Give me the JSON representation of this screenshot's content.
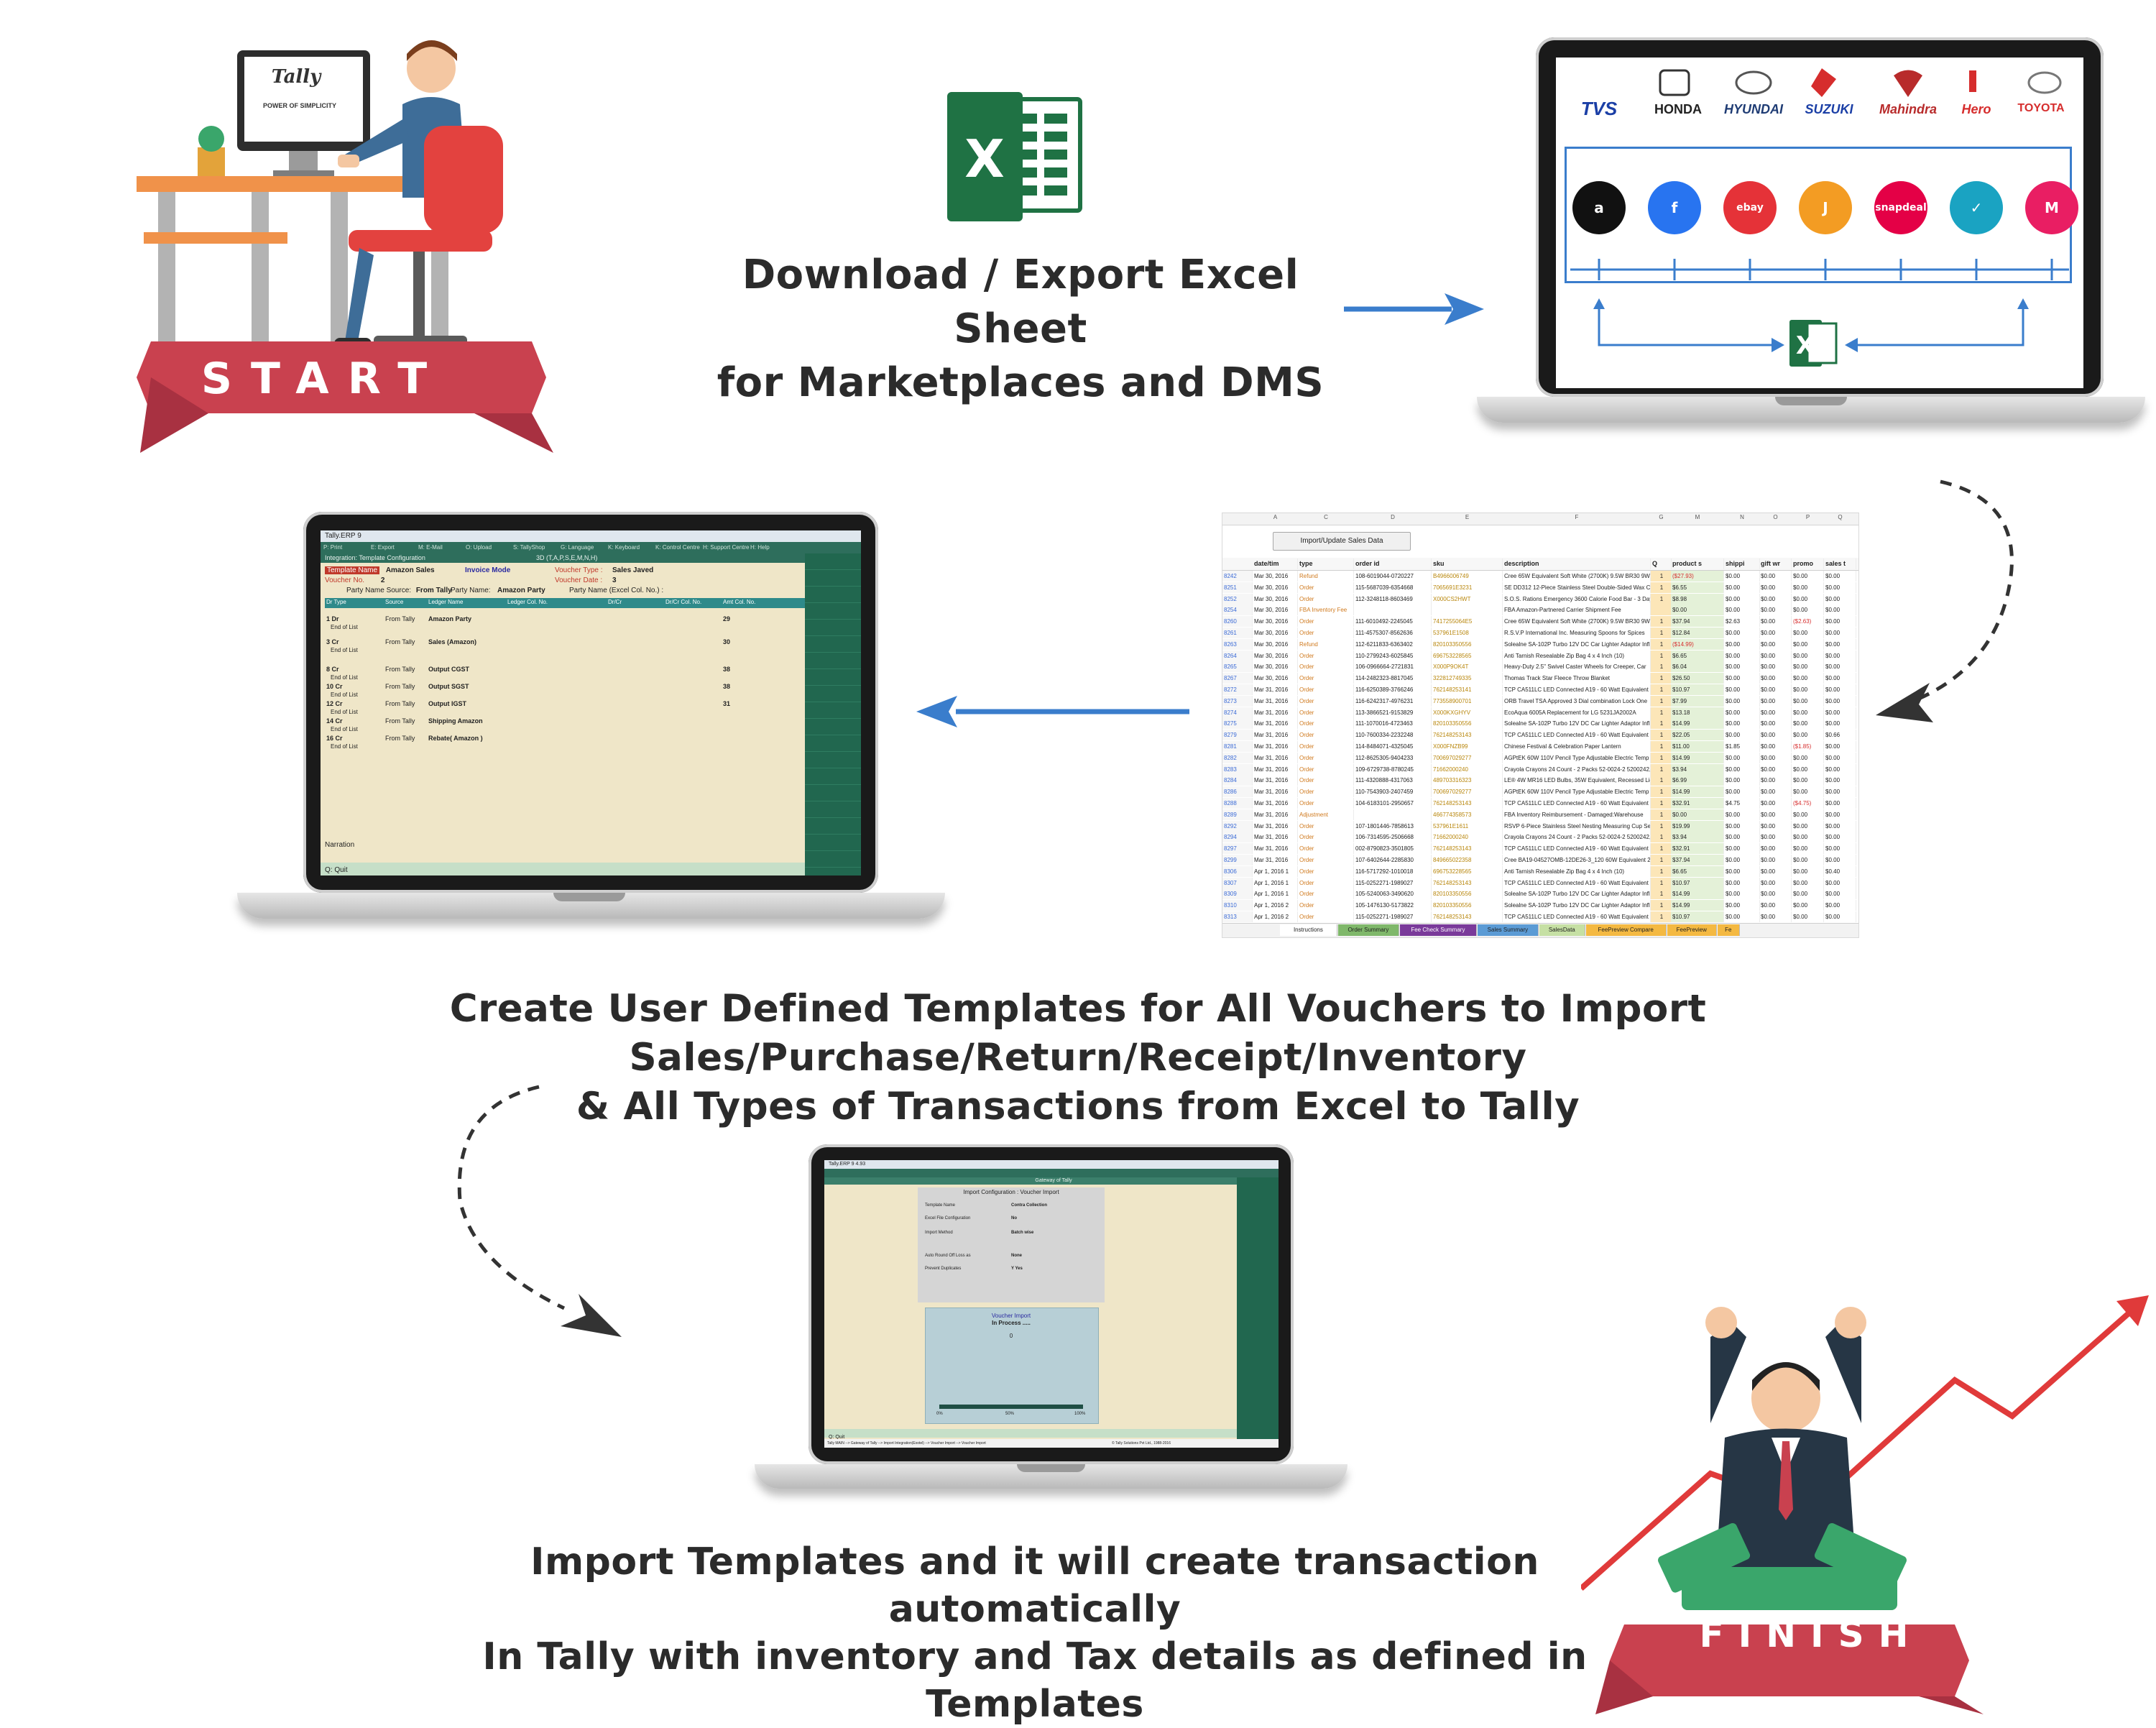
{
  "colors": {
    "arrow_blue": "#3a7dcc",
    "banner_red": "#c9414f",
    "tally_green": "#2e6e5c",
    "excel_green": "#1f7244"
  },
  "start_banner": {
    "label": "START"
  },
  "finish_banner": {
    "label": "FINISH"
  },
  "tally_monitor": {
    "logo": "Tally",
    "tagline": "POWER OF SIMPLICITY"
  },
  "step1": {
    "line1": "Download / Export Excel Sheet",
    "line2": "for Marketplaces and DMS"
  },
  "step2": {
    "line1": "Create User Defined Templates for All Vouchers to Import Sales/Purchase/Return/Receipt/Inventory",
    "line2": "& All Types of Transactions from Excel to Tally"
  },
  "step3": {
    "line1": "Import Templates and it will create  transaction automatically",
    "line2": "In Tally with inventory and Tax details as defined in Templates"
  },
  "dms_brands": [
    "TVS",
    "HONDA",
    "HYUNDAI",
    "SUZUKI",
    "Mahindra",
    "Hero",
    "TOYOTA"
  ],
  "marketplaces": [
    {
      "icon": "amazon-icon",
      "glyph": "a",
      "color": "#111111"
    },
    {
      "icon": "flipkart-icon",
      "glyph": "f",
      "color": "#2874f0"
    },
    {
      "icon": "ebay-icon",
      "glyph": "ebay",
      "color": "#e53238"
    },
    {
      "icon": "jabong-icon",
      "glyph": "J",
      "color": "#f39c23"
    },
    {
      "icon": "snapdeal-icon",
      "glyph": "snapdeal",
      "color": "#e40046"
    },
    {
      "icon": "paytm-icon",
      "glyph": "✓",
      "color": "#1aa3c2"
    },
    {
      "icon": "myntra-icon",
      "glyph": "M",
      "color": "#e91e63"
    }
  ],
  "excel_sheet": {
    "button": "Import/Update Sales Data",
    "col_letters": [
      "A",
      "C",
      "D",
      "E",
      "F",
      "G",
      "M",
      "N",
      "O",
      "P",
      "Q"
    ],
    "headers": [
      "date/tim",
      "type",
      "order id",
      "sku",
      "description",
      "Q",
      "product s",
      "shippi",
      "gift wr",
      "promo",
      "sales t"
    ],
    "rows": [
      [
        "Mar 30, 2016",
        "Refund",
        "108-6019044-0720227",
        "B4966006749",
        "Cree 65W Equivalent Soft White (2700K) 9.5W BR30 9W",
        "1",
        "($27.93)",
        "$0.00",
        "$0.00",
        "$0.00",
        "$0.00"
      ],
      [
        "Mar 30, 2016",
        "Order",
        "115-5687039-6354668",
        "7065691E3231",
        "SE DD312 12-Piece Stainless Steel Double-Sided Wax Ca",
        "1",
        "$6.55",
        "$0.00",
        "$0.00",
        "$0.00",
        "$0.00"
      ],
      [
        "Mar 30, 2016",
        "Order",
        "112-3248118-8603469",
        "X000CS2HWT",
        "S.O.S. Rations Emergency 3600 Calorie Food Bar - 3 Day",
        "1",
        "$8.98",
        "$0.00",
        "$0.00",
        "$0.00",
        "$0.00"
      ],
      [
        "Mar 30, 2016",
        "FBA Inventory Fee",
        "",
        "",
        "FBA Amazon-Partnered Carrier Shipment Fee",
        "",
        "$0.00",
        "$0.00",
        "$0.00",
        "$0.00",
        "$0.00"
      ],
      [
        "Mar 30, 2016",
        "Order",
        "111-6010492-2245045",
        "7417255064E5",
        "Cree 65W Equivalent Soft White (2700K) 9.5W BR30 9W",
        "1",
        "$37.94",
        "$2.63",
        "$0.00",
        "($2.63)",
        "$0.00"
      ],
      [
        "Mar 30, 2016",
        "Order",
        "111-4575307-8562636",
        "537961E1508",
        "R.S.V.P International Inc. Measuring Spoons for Spices",
        "1",
        "$12.84",
        "$0.00",
        "$0.00",
        "$0.00",
        "$0.00"
      ],
      [
        "Mar 30, 2016",
        "Refund",
        "112-6211833-6363402",
        "820103350556",
        "Solealne SA-102P Turbo 12V DC Car Lighter Adaptor Infla",
        "1",
        "($14.99)",
        "$0.00",
        "$0.00",
        "$0.00",
        "$0.00"
      ],
      [
        "Mar 30, 2016",
        "Order",
        "110-2799243-6025845",
        "696753228565",
        "Anti Tarnish Resealable Zip Bag 4 x 4 Inch (10)",
        "1",
        "$6.65",
        "$0.00",
        "$0.00",
        "$0.00",
        "$0.00"
      ],
      [
        "Mar 30, 2016",
        "Order",
        "106-0966664-2721831",
        "X000P9OK4T",
        "Heavy-Duty 2.5\" Swivel Caster Wheels for Creeper, Car",
        "1",
        "$6.04",
        "$0.00",
        "$0.00",
        "$0.00",
        "$0.00"
      ],
      [
        "Mar 30, 2016",
        "Order",
        "114-2482323-8817045",
        "322812749335",
        "Thomas Track Star Fleece Throw Blanket",
        "1",
        "$26.50",
        "$0.00",
        "$0.00",
        "$0.00",
        "$0.00"
      ],
      [
        "Mar 31, 2016",
        "Order",
        "116-6250389-3766246",
        "762148253141",
        "TCP CA511LC LED Connected A19 - 60 Watt Equivalent (1",
        "1",
        "$10.97",
        "$0.00",
        "$0.00",
        "$0.00",
        "$0.00"
      ],
      [
        "Mar 31, 2016",
        "Order",
        "116-6242317-4976231",
        "773558900701",
        "ORB Travel TSA Approved 3 Dial combination Lock One",
        "1",
        "$7.99",
        "$0.00",
        "$0.00",
        "$0.00",
        "$0.00"
      ],
      [
        "Mar 31, 2016",
        "Order",
        "113-3866521-9153829",
        "X000KXGHYV",
        "EcoAqua 6005A Replacement for LG 5231JA2002A",
        "1",
        "$13.18",
        "$0.00",
        "$0.00",
        "$0.00",
        "$0.00"
      ],
      [
        "Mar 31, 2016",
        "Order",
        "111-1070016-4723463",
        "820103350556",
        "Solealne SA-102P Turbo 12V DC Car Lighter Adaptor Infla",
        "1",
        "$14.99",
        "$0.00",
        "$0.00",
        "$0.00",
        "$0.00"
      ],
      [
        "Mar 31, 2016",
        "Order",
        "110-7600334-2232248",
        "762148253143",
        "TCP CA511LC LED Connected A19 - 60 Watt Equivalent (1",
        "1",
        "$22.05",
        "$0.00",
        "$0.00",
        "$0.00",
        "$0.66"
      ],
      [
        "Mar 31, 2016",
        "Order",
        "114-8484071-4325045",
        "X000FNZB99",
        "Chinese Festival & Celebration Paper Lantern",
        "1",
        "$11.00",
        "$1.85",
        "$0.00",
        "($1.85)",
        "$0.00"
      ],
      [
        "Mar 31, 2016",
        "Order",
        "112-8625305-9404233",
        "700697029277",
        "AGPtEK 60W 110V Pencil Type Adjustable Electric Temp",
        "1",
        "$14.99",
        "$0.00",
        "$0.00",
        "$0.00",
        "$0.00"
      ],
      [
        "Mar 31, 2016",
        "Order",
        "109-6729738-8780245",
        "71662000240",
        "Crayola Crayons 24 Count - 2 Packs 52-0024-2 5200242, c",
        "1",
        "$3.94",
        "$0.00",
        "$0.00",
        "$0.00",
        "$0.00"
      ],
      [
        "Mar 31, 2016",
        "Order",
        "111-4320888-4317063",
        "489703316323",
        "LE® 4W MR16 LED Bulbs, 35W Equivalent, Recessed Ligh",
        "1",
        "$6.99",
        "$0.00",
        "$0.00",
        "$0.00",
        "$0.00"
      ],
      [
        "Mar 31, 2016",
        "Order",
        "110-7543903-2407459",
        "700697029277",
        "AGPtEK 60W 110V Pencil Type Adjustable Electric Temp",
        "1",
        "$14.99",
        "$0.00",
        "$0.00",
        "$0.00",
        "$0.00"
      ],
      [
        "Mar 31, 2016",
        "Order",
        "104-6183101-2950657",
        "762148253143",
        "TCP CA511LC LED Connected A19 - 60 Watt Equivalent (1",
        "1",
        "$32.91",
        "$4.75",
        "$0.00",
        "($4.75)",
        "$0.00"
      ],
      [
        "Mar 31, 2016",
        "Adjustment",
        "",
        "466774358573",
        "FBA Inventory Reimbursement - Damaged:Warehouse",
        "1",
        "$0.00",
        "$0.00",
        "$0.00",
        "$0.00",
        "$0.00"
      ],
      [
        "Mar 31, 2016",
        "Order",
        "107-1801446-7858613",
        "537961E1611",
        "RSVP 6-Piece Stainless Steel Nesting Measuring Cup Se",
        "1",
        "$19.99",
        "$0.00",
        "$0.00",
        "$0.00",
        "$0.00"
      ],
      [
        "Mar 31, 2016",
        "Order",
        "106-7314595-2506668",
        "71662000240",
        "Crayola Crayons 24 Count - 2 Packs 52-0024-2 5200242, c",
        "1",
        "$3.94",
        "$0.00",
        "$0.00",
        "$0.00",
        "$0.00"
      ],
      [
        "Mar 31, 2016",
        "Order",
        "002-8790823-3501805",
        "762148253143",
        "TCP CA511LC LED Connected A19 - 60 Watt Equivalent (1",
        "1",
        "$32.91",
        "$0.00",
        "$0.00",
        "$0.00",
        "$0.00"
      ],
      [
        "Mar 31, 2016",
        "Order",
        "107-6402644-2285830",
        "849665022358",
        "Cree BA19-04527OMB-12DE26-3_120 60W Equivalent 27",
        "1",
        "$37.94",
        "$0.00",
        "$0.00",
        "$0.00",
        "$0.00"
      ],
      [
        "Apr 1, 2016 1",
        "Order",
        "116-5717292-1010018",
        "696753228565",
        "Anti Tarnish Resealable Zip Bag 4 x 4 Inch (10)",
        "1",
        "$6.65",
        "$0.00",
        "$0.00",
        "$0.00",
        "$0.40"
      ],
      [
        "Apr 1, 2016 1",
        "Order",
        "115-0252271-1989027",
        "762148253143",
        "TCP CA511LC LED Connected A19 - 60 Watt Equivalent (1",
        "1",
        "$10.97",
        "$0.00",
        "$0.00",
        "$0.00",
        "$0.00"
      ],
      [
        "Apr 1, 2016 1",
        "Order",
        "105-5240063-3490620",
        "820103350556",
        "Solealne SA-102P Turbo 12V DC Car Lighter Adaptor Infla",
        "1",
        "$14.99",
        "$0.00",
        "$0.00",
        "$0.00",
        "$0.00"
      ],
      [
        "Apr 1, 2016 2",
        "Order",
        "105-1476130-5173822",
        "820103350556",
        "Solealne SA-102P Turbo 12V DC Car Lighter Adaptor Infla",
        "1",
        "$14.99",
        "$0.00",
        "$0.00",
        "$0.00",
        "$0.00"
      ],
      [
        "Apr 1, 2016 2",
        "Order",
        "115-0252271-1989027",
        "762148253143",
        "TCP CA511LC LED Connected A19 - 60 Watt Equivalent (1",
        "1",
        "$10.97",
        "$0.00",
        "$0.00",
        "$0.00",
        "$0.00"
      ]
    ],
    "row_numbers": [
      "8242",
      "8251",
      "8252",
      "8254",
      "8260",
      "8261",
      "8263",
      "8264",
      "8265",
      "8267",
      "8272",
      "8273",
      "8274",
      "8275",
      "8279",
      "8281",
      "8282",
      "8283",
      "8284",
      "8286",
      "8288",
      "8289",
      "8292",
      "8294",
      "8297",
      "8299",
      "8306",
      "8307",
      "8309",
      "8310",
      "8313"
    ],
    "tabs": [
      {
        "label": "Instructions",
        "color": "#ffffff"
      },
      {
        "label": "Order Summary",
        "color": "#7fb86a"
      },
      {
        "label": "Fee Check Summary",
        "color": "#7a3a9a"
      },
      {
        "label": "Sales Summary",
        "color": "#5b9bd5"
      },
      {
        "label": "SalesData",
        "color": "#c6e0a4"
      },
      {
        "label": "FeePreview Compare",
        "color": "#f4b942"
      },
      {
        "label": "FeePreview",
        "color": "#f4b942"
      },
      {
        "label": "Fe",
        "color": "#f4b942"
      }
    ]
  },
  "tally_template": {
    "window_title": "Tally.ERP 9",
    "menu": [
      "P: Print",
      "E: Export",
      "M: E-Mail",
      "O: Upload",
      "S: TallyShop",
      "G: Language",
      "K: Keyboard",
      "K: Control Centre",
      "H: Support Centre",
      "H: Help"
    ],
    "screen_title": "Integration: Template Configuration",
    "company": "3D (T,A,P,S,E,M,N,H)",
    "template_name_label": "Template Name",
    "template_name_value": "Amazon Sales",
    "invoice_mode": "Invoice Mode",
    "voucher_type_label": "Voucher Type :",
    "voucher_type_value": "Sales Javed",
    "voucher_no_label": "Voucher No.",
    "voucher_no_value": "2",
    "voucher_date_label": "Voucher Date :",
    "voucher_date_value": "3",
    "party_source_label": "Party Name Source:",
    "party_source_value": "From Tally",
    "party_name_label": "Party Name:",
    "party_name_value": "Amazon Party",
    "party_excel_label": "Party Name (Excel Col. No.) :",
    "cols": [
      "Dr Type",
      "Source",
      "Ledger Name",
      "Ledger Col. No.",
      "Dr/Cr",
      "Dr/Cr Col. No.",
      "Amt Col. No."
    ],
    "lines": [
      {
        "no": "1  Dr",
        "src": "From Tally",
        "ledger": "Amazon Party",
        "amt": "29"
      },
      {
        "no": "3  Cr",
        "src": "From Tally",
        "ledger": "Sales (Amazon)",
        "amt": "30"
      },
      {
        "no": "8  Cr",
        "src": "From Tally",
        "ledger": "Output CGST",
        "amt": "38"
      },
      {
        "no": "10 Cr",
        "src": "From Tally",
        "ledger": "Output SGST",
        "amt": "38"
      },
      {
        "no": "12 Cr",
        "src": "From Tally",
        "ledger": "Output IGST",
        "amt": "31"
      },
      {
        "no": "14 Cr",
        "src": "From Tally",
        "ledger": "Shipping Amazon",
        "amt": ""
      },
      {
        "no": "16 Cr",
        "src": "From Tally",
        "ledger": "Rebate( Amazon )",
        "amt": ""
      }
    ],
    "end_of_list": "End of List",
    "narration": "Narration",
    "quit": "Q: Quit"
  },
  "tally_import": {
    "window_title": "Tally.ERP 9 4.93",
    "company": "Gateway of Tally",
    "panel_title": "Import Configuration : Voucher Import",
    "fields": [
      {
        "label": "Template Name",
        "value": "Contra Collection"
      },
      {
        "label": "Excel File Configuration",
        "value": "No"
      },
      {
        "label": "Import Method",
        "value": "Batch wise"
      },
      {
        "label": "Auto Round Off Loss as",
        "value": "None"
      },
      {
        "label": "Prevent Duplicates",
        "value": "Y Yes"
      }
    ],
    "progress_title": "Voucher Import",
    "progress_status": "In Process .....",
    "progress_count": "0",
    "progress_ticks": [
      "0%",
      "50%",
      "100%"
    ],
    "quit": "Q: Quit",
    "status_bar": "Tally MAIN --> Gateway of Tally --> Import Integration(Exotel) --> Voucher Import --> Voucher Import",
    "copyright": "© Tally Solutions Pvt Ltd., 1988-2016"
  }
}
